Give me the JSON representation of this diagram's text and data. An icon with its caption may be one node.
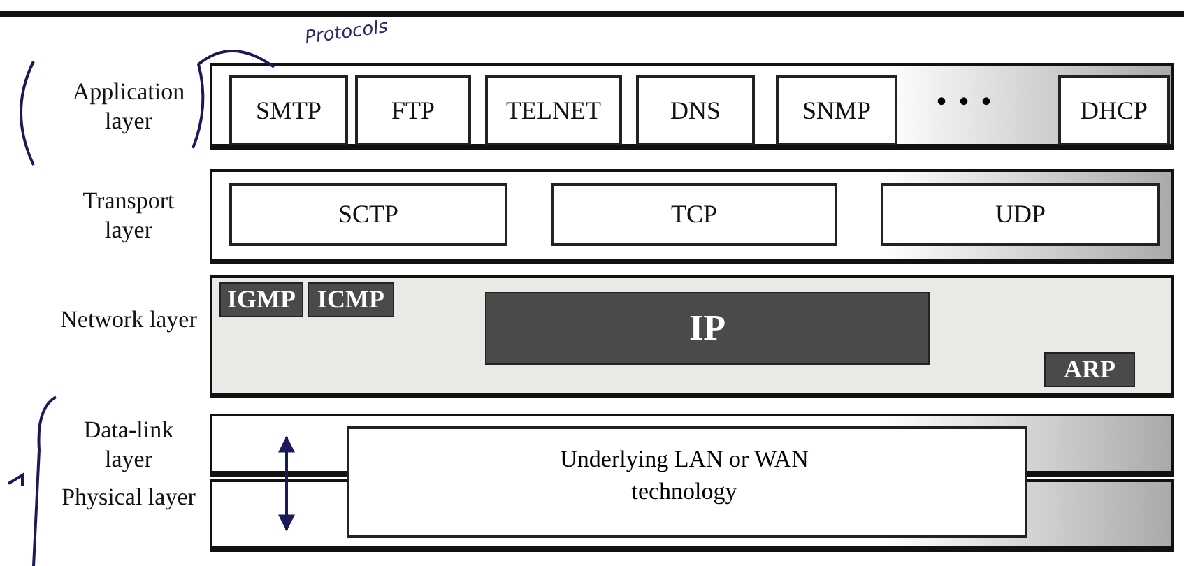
{
  "diagram": {
    "nodes": [
      {
        "text": [
          "Application layer"
        ]
      },
      {
        "text": [
          "SMTP"
        ],
        "in": 0
      },
      {
        "text": [
          "FTP"
        ],
        "in": 0
      },
      {
        "text": [
          "TELNET"
        ],
        "in": 0
      },
      {
        "text": [
          "DNS"
        ],
        "in": 0
      },
      {
        "text": [
          "SNMP"
        ],
        "in": 0
      },
      {
        "text": [
          "DHCP"
        ],
        "in": 0
      },
      {
        "text": [
          "Transport layer"
        ]
      },
      {
        "text": [
          "SCTP"
        ],
        "in": 7
      },
      {
        "text": [
          "TCP"
        ],
        "in": 7
      },
      {
        "text": [
          "UDP"
        ],
        "in": 7
      },
      {
        "text": [
          "Network layer"
        ]
      },
      {
        "text": [
          "IGMP"
        ],
        "in": 11
      },
      {
        "text": [
          "ICMP"
        ],
        "in": 11
      },
      {
        "text": [
          "IP"
        ],
        "in": 11
      },
      {
        "text": [
          "ARP"
        ],
        "in": 11
      },
      {
        "text": [
          "Data-link layer"
        ]
      },
      {
        "text": [
          "Physical layer"
        ]
      },
      {
        "text": [
          "Underlying LAN or WAN technology"
        ]
      }
    ],
    "edges": [
      {
        "from": 16,
        "to": 17,
        "arrow": "both"
      }
    ],
    "labels": [
      "Protocols",
      "• • •"
    ]
  }
}
